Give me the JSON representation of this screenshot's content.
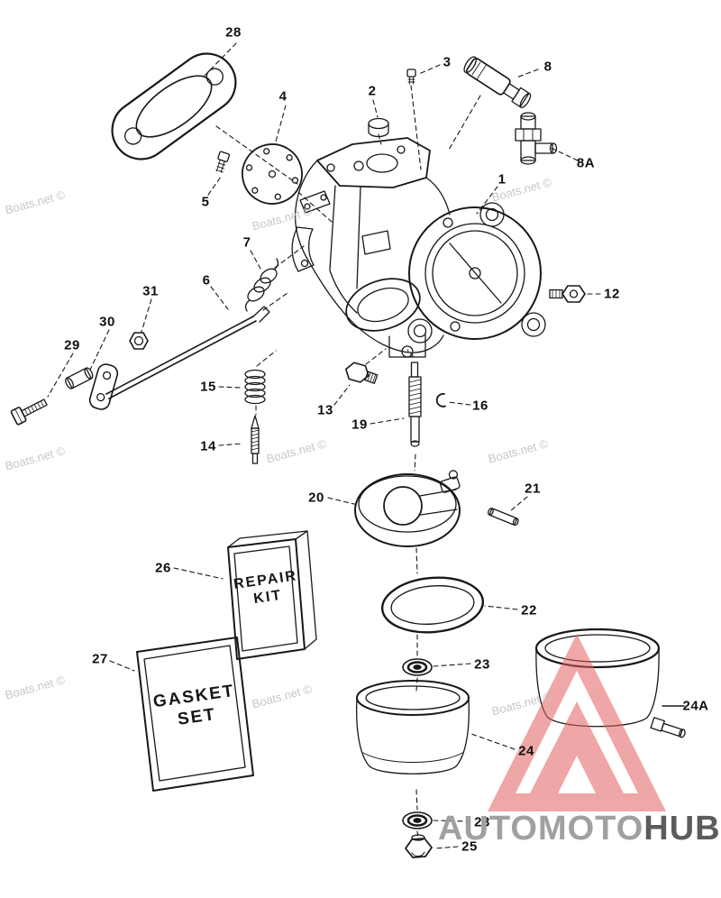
{
  "watermark": {
    "text": "Boats.net ©"
  },
  "callouts": [
    {
      "label": "28"
    },
    {
      "label": "5"
    },
    {
      "label": "4"
    },
    {
      "label": "2"
    },
    {
      "label": "3"
    },
    {
      "label": "8"
    },
    {
      "label": "8A"
    },
    {
      "label": "1"
    },
    {
      "label": "12"
    },
    {
      "label": "7"
    },
    {
      "label": "6"
    },
    {
      "label": "31"
    },
    {
      "label": "30"
    },
    {
      "label": "29"
    },
    {
      "label": "15"
    },
    {
      "label": "13"
    },
    {
      "label": "19"
    },
    {
      "label": "16"
    },
    {
      "label": "14"
    },
    {
      "label": "20"
    },
    {
      "label": "21"
    },
    {
      "label": "26"
    },
    {
      "label": "22"
    },
    {
      "label": "27"
    },
    {
      "label": "23"
    },
    {
      "label": "24"
    },
    {
      "label": "24A"
    },
    {
      "label": "23"
    },
    {
      "label": "25"
    }
  ],
  "kits": {
    "repair_line1": "REPAIR",
    "repair_line2": "KIT",
    "gasket_line1": "GASKET",
    "gasket_line2": "SET"
  },
  "branding": {
    "part1": "AUTOMOTO",
    "part2": "HUB"
  },
  "colors": {
    "line": "#181818",
    "watermark": "#c7c7c7",
    "logo_pink": "#e25f5f",
    "brand_gray": "#a0a0a0",
    "brand_dark": "#5c5c5c"
  }
}
